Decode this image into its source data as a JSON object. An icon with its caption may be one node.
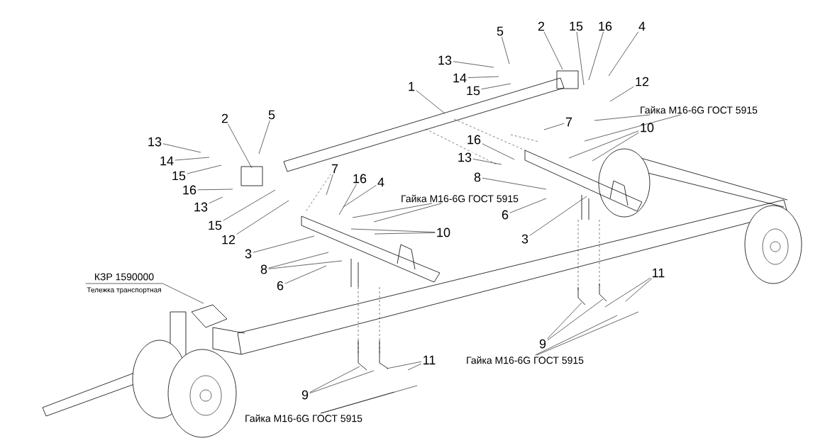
{
  "diagram": {
    "nodes": [
      {
        "text": [
          "5"
        ]
      },
      {
        "text": [
          "2"
        ]
      },
      {
        "text": [
          "15"
        ]
      },
      {
        "text": [
          "16"
        ]
      },
      {
        "text": [
          "4"
        ]
      },
      {
        "text": [
          "13"
        ]
      },
      {
        "text": [
          "14"
        ]
      },
      {
        "text": [
          "15"
        ]
      },
      {
        "text": [
          "1"
        ]
      },
      {
        "text": [
          "12"
        ]
      },
      {
        "text": [
          "Гайка M16-6G ГОСТ 5915"
        ]
      },
      {
        "text": [
          "7"
        ]
      },
      {
        "text": [
          "10"
        ]
      },
      {
        "text": [
          "16"
        ]
      },
      {
        "text": [
          "13"
        ]
      },
      {
        "text": [
          "8"
        ]
      },
      {
        "text": [
          "6"
        ]
      },
      {
        "text": [
          "3"
        ]
      },
      {
        "text": [
          "2"
        ]
      },
      {
        "text": [
          "5"
        ]
      },
      {
        "text": [
          "13"
        ]
      },
      {
        "text": [
          "14"
        ]
      },
      {
        "text": [
          "15"
        ]
      },
      {
        "text": [
          "16"
        ]
      },
      {
        "text": [
          "13"
        ]
      },
      {
        "text": [
          "15"
        ]
      },
      {
        "text": [
          "12"
        ]
      },
      {
        "text": [
          "7"
        ]
      },
      {
        "text": [
          "16"
        ]
      },
      {
        "text": [
          "4"
        ]
      },
      {
        "text": [
          "Гайка M16-6G ГОСТ 5915"
        ]
      },
      {
        "text": [
          "10"
        ]
      },
      {
        "text": [
          "3"
        ]
      },
      {
        "text": [
          "8"
        ]
      },
      {
        "text": [
          "6"
        ]
      },
      {
        "text": [
          "КЗР 1590000",
          "Тележка транспортная"
        ]
      },
      {
        "text": [
          "9"
        ]
      },
      {
        "text": [
          "11"
        ]
      },
      {
        "text": [
          "Гайка M16-6G ГОСТ 5915"
        ]
      },
      {
        "text": [
          "9"
        ]
      },
      {
        "text": [
          "11"
        ]
      },
      {
        "text": [
          "Гайка M16-6G ГОСТ 5915"
        ]
      }
    ],
    "edges": [
      {
        "from": 0,
        "to": null,
        "arrow": "none"
      },
      {
        "from": 1,
        "to": null,
        "arrow": "none"
      },
      {
        "from": 2,
        "to": null,
        "arrow": "none"
      },
      {
        "from": 3,
        "to": null,
        "arrow": "none"
      },
      {
        "from": 4,
        "to": null,
        "arrow": "none"
      },
      {
        "from": 5,
        "to": null,
        "arrow": "none"
      },
      {
        "from": 6,
        "to": null,
        "arrow": "none"
      },
      {
        "from": 7,
        "to": null,
        "arrow": "none"
      },
      {
        "from": 8,
        "to": null,
        "arrow": "none"
      },
      {
        "from": 9,
        "to": null,
        "arrow": "none"
      },
      {
        "from": 10,
        "to": null,
        "arrow": "none"
      },
      {
        "from": 10,
        "to": null,
        "arrow": "none"
      },
      {
        "from": 11,
        "to": null,
        "arrow": "none"
      },
      {
        "from": 12,
        "to": null,
        "arrow": "none"
      },
      {
        "from": 12,
        "to": null,
        "arrow": "none"
      },
      {
        "from": 13,
        "to": null,
        "arrow": "none"
      },
      {
        "from": 14,
        "to": null,
        "arrow": "none"
      },
      {
        "from": 15,
        "to": null,
        "arrow": "none"
      },
      {
        "from": 16,
        "to": null,
        "arrow": "none"
      },
      {
        "from": 17,
        "to": null,
        "arrow": "none"
      },
      {
        "from": 18,
        "to": null,
        "arrow": "none"
      },
      {
        "from": 19,
        "to": null,
        "arrow": "none"
      },
      {
        "from": 20,
        "to": null,
        "arrow": "none"
      },
      {
        "from": 21,
        "to": null,
        "arrow": "none"
      },
      {
        "from": 22,
        "to": null,
        "arrow": "none"
      },
      {
        "from": 23,
        "to": null,
        "arrow": "none"
      },
      {
        "from": 24,
        "to": null,
        "arrow": "none"
      },
      {
        "from": 25,
        "to": null,
        "arrow": "none"
      },
      {
        "from": 26,
        "to": null,
        "arrow": "none"
      },
      {
        "from": 27,
        "to": null,
        "arrow": "none"
      },
      {
        "from": 28,
        "to": null,
        "arrow": "none"
      },
      {
        "from": 29,
        "to": null,
        "arrow": "none"
      },
      {
        "from": 30,
        "to": null,
        "arrow": "none"
      },
      {
        "from": 30,
        "to": null,
        "arrow": "none"
      },
      {
        "from": 31,
        "to": null,
        "arrow": "none"
      },
      {
        "from": 31,
        "to": null,
        "arrow": "none"
      },
      {
        "from": 32,
        "to": null,
        "arrow": "none"
      },
      {
        "from": 33,
        "to": null,
        "arrow": "none"
      },
      {
        "from": 33,
        "to": null,
        "arrow": "none"
      },
      {
        "from": 34,
        "to": null,
        "arrow": "none"
      },
      {
        "from": 35,
        "to": null,
        "arrow": "none"
      },
      {
        "from": 36,
        "to": null,
        "arrow": "none"
      },
      {
        "from": 36,
        "to": null,
        "arrow": "none"
      },
      {
        "from": 37,
        "to": null,
        "arrow": "none"
      },
      {
        "from": 37,
        "to": null,
        "arrow": "none"
      },
      {
        "from": 38,
        "to": null,
        "arrow": "none"
      },
      {
        "from": 38,
        "to": null,
        "arrow": "none"
      },
      {
        "from": 39,
        "to": null,
        "arrow": "none"
      },
      {
        "from": 39,
        "to": null,
        "arrow": "none"
      },
      {
        "from": 40,
        "to": null,
        "arrow": "none"
      },
      {
        "from": 40,
        "to": null,
        "arrow": "none"
      },
      {
        "from": 41,
        "to": null,
        "arrow": "none"
      },
      {
        "from": 41,
        "to": null,
        "arrow": "none"
      }
    ]
  }
}
